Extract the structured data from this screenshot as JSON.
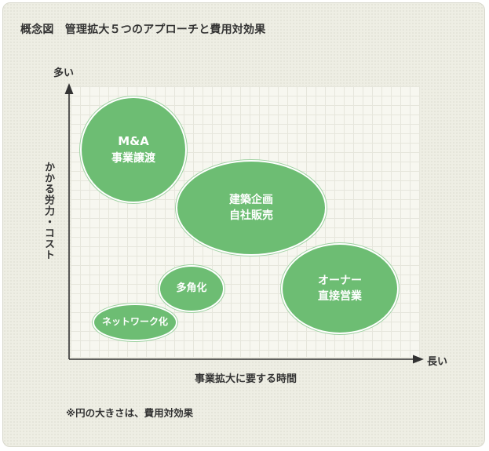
{
  "title": "概念図　管理拡大５つのアプローチと費用対効果",
  "axes": {
    "y_top": "多い",
    "y_title": "かかる労力・コスト",
    "x_right": "長い",
    "x_title": "事業拡大に要する時間"
  },
  "bubbles": [
    {
      "line1": "M&A",
      "line2": "事業譲渡"
    },
    {
      "line1": "建築企画",
      "line2": "自社販売"
    },
    {
      "line1": "オーナー",
      "line2": "直接営業"
    },
    {
      "line1": "多角化"
    },
    {
      "line1": "ネットワーク化"
    }
  ],
  "note": "※円の大きさは、費用対効果",
  "colors": {
    "bubble": "#6dbd73",
    "text": "#333333"
  }
}
